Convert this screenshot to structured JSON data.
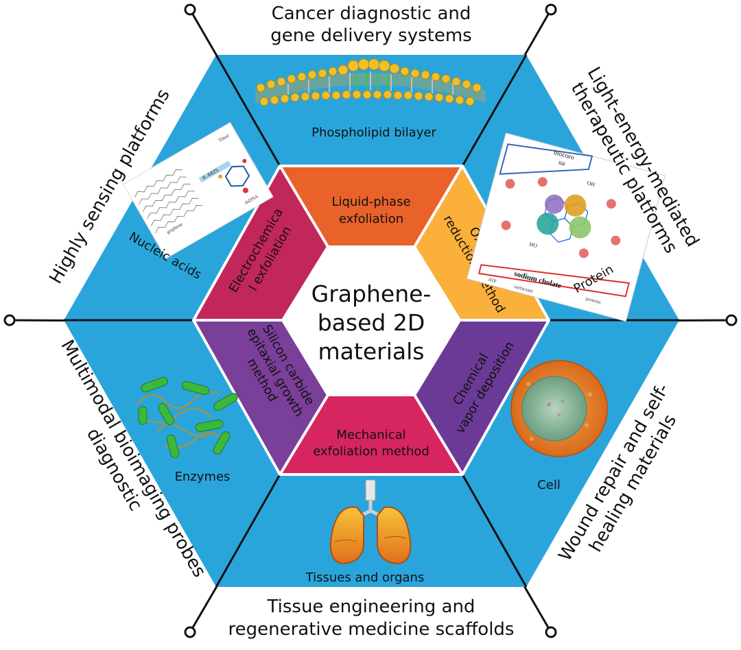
{
  "center": {
    "line1": "Graphene-",
    "line2": "based 2D",
    "line3": "materials"
  },
  "methods": {
    "liquid_1": "Liquid-phase",
    "liquid_2": "exfoliation",
    "oxid_1": "Oxidation-",
    "oxid_2": "reduction method",
    "cvd_1": "Chemical",
    "cvd_2": "vapor deposition",
    "mech_1": "Mechanical",
    "mech_2": "exfoliation method",
    "sic_1": "Silicon carbide",
    "sic_2": "epitaxial growth",
    "sic_3": "method",
    "electro_1": "Electrochemica",
    "electro_2": "l exfoliation"
  },
  "biomolecules": {
    "phospholipid": "Phospholipid bilayer",
    "protein": "Protein",
    "cell": "Cell",
    "tissues": "Tissues and organs",
    "enzymes": "Enzymes",
    "nucleic": "Nucleic acids"
  },
  "applications": {
    "cancer_1": "Cancer diagnostic and",
    "cancer_2": "gene delivery systems",
    "light_1": "Light-energy-mediated",
    "light_2": "therapeutic platforms",
    "wound_1": "Wound repair and self-",
    "wound_2": "healing materials",
    "tissue_1": "Tissue engineering and",
    "tissue_2": "regenerative medicine scaffolds",
    "bioimaging_1": "Multimodal bioimaging probes",
    "bioimaging_2": "diagnostic",
    "sensing": "Highly sensing platforms"
  },
  "inset_labels": {
    "graphene": "graphene",
    "distance": "0.6025",
    "tilted": "Tilted",
    "dsdna": "dsDNA",
    "biocorona_1": "biocoro",
    "biocorona_2": "na",
    "oh": "OH",
    "ho": "HO",
    "sodium_cholate": "sodium cholate",
    "atp": "ATP",
    "surfactant": "surfactant",
    "proteins": "proteins"
  },
  "colors": {
    "outer_hex": "#2aa5dc",
    "liquid": "#e8622a",
    "oxidation": "#fbb03b",
    "cvd": "#6b3a96",
    "mechanical": "#d6255f",
    "silicon": "#7a3f98",
    "electro": "#c2275a",
    "center": "#ffffff"
  }
}
